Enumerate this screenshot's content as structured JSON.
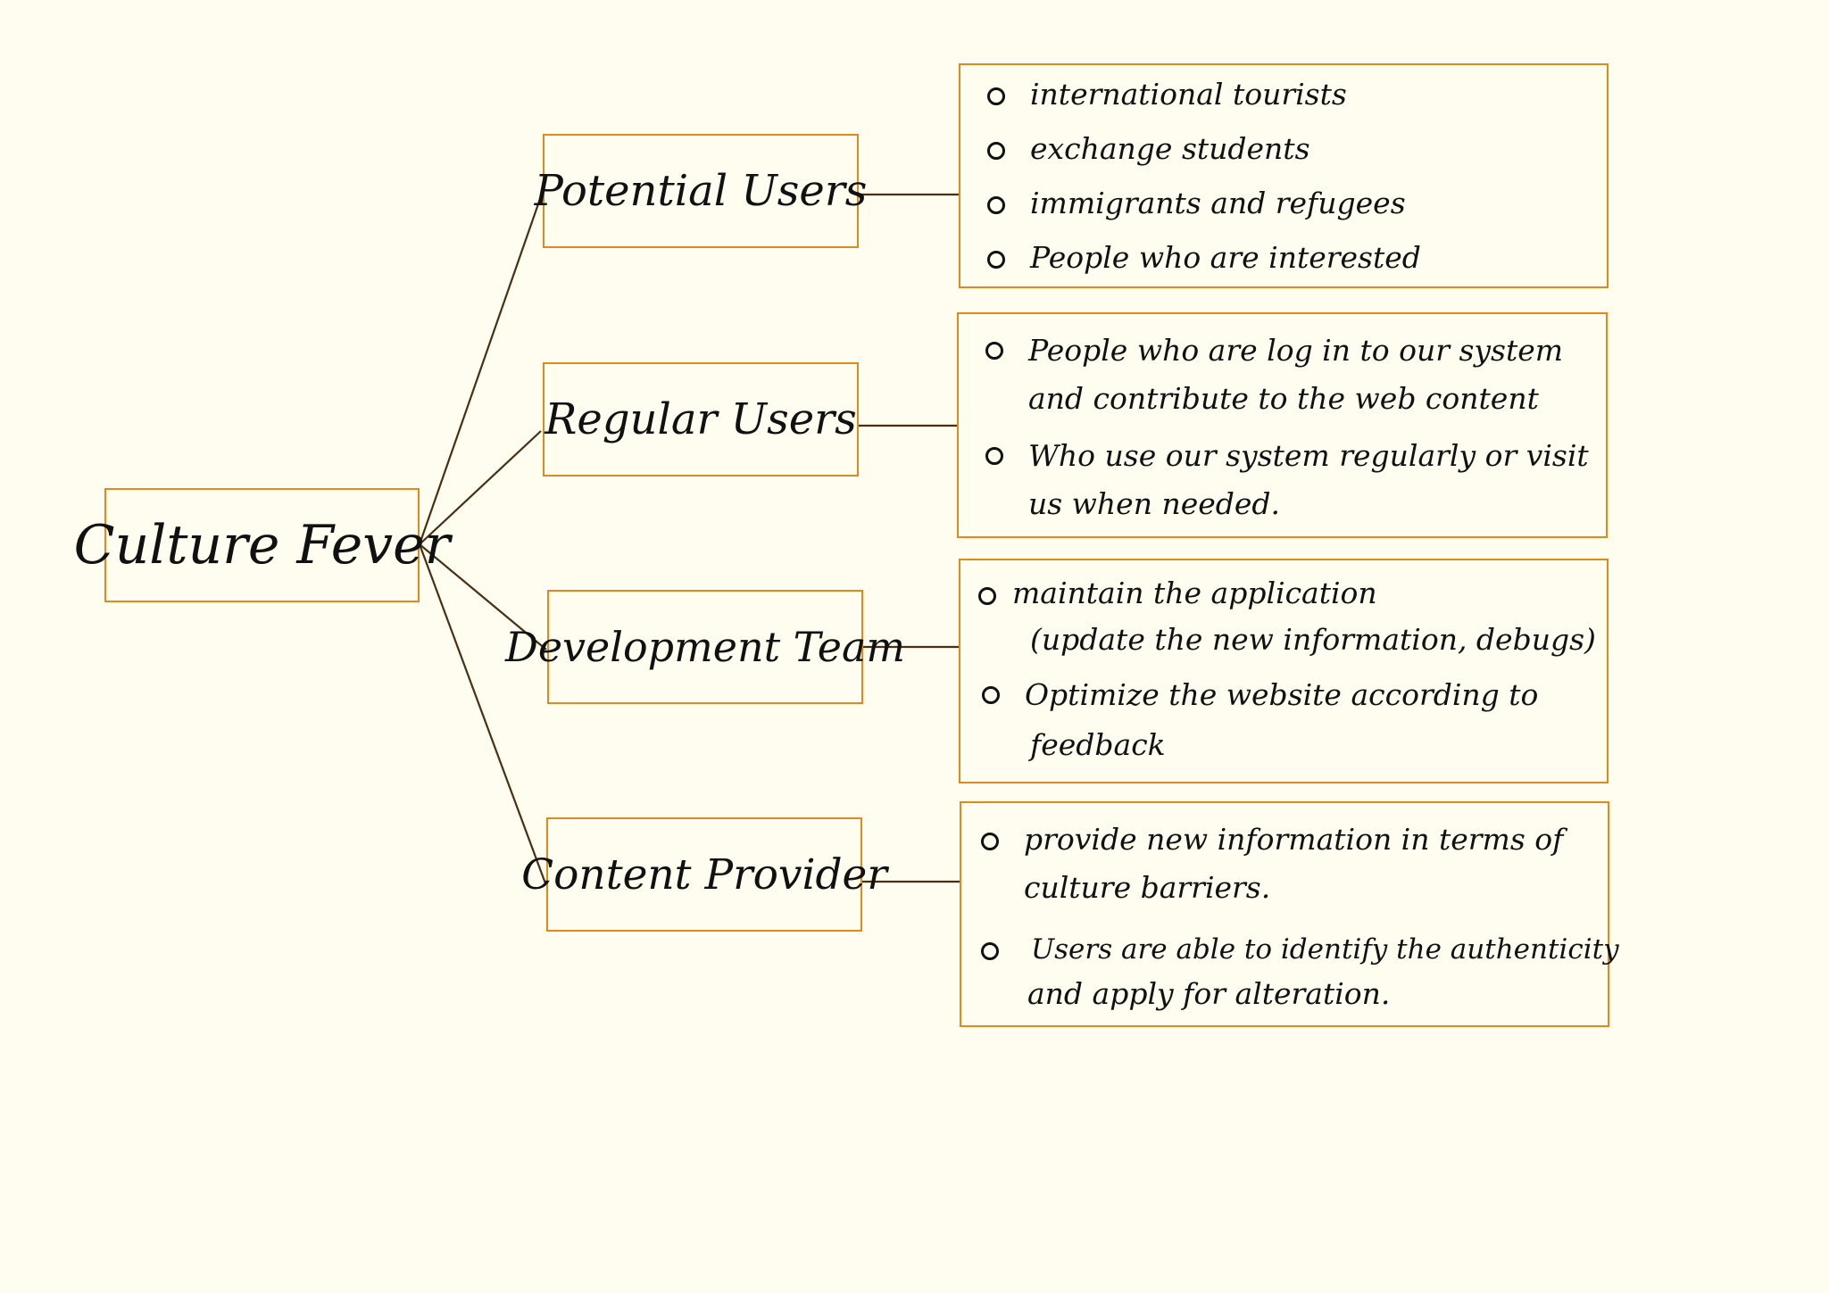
{
  "diagram": {
    "root": {
      "label": "Culture Fever"
    },
    "branches": [
      {
        "id": "potential",
        "label": "Potential Users",
        "details": [
          {
            "text": "international tourists"
          },
          {
            "text": "exchange students"
          },
          {
            "text": "immigrants and refugees"
          },
          {
            "text": "People who are interested"
          }
        ]
      },
      {
        "id": "regular",
        "label": "Regular Users",
        "details": [
          {
            "text": "People who are log in to our system",
            "text2": "and contribute to the web content"
          },
          {
            "text": "Who use our system regularly or visit",
            "text2": "us when needed."
          }
        ]
      },
      {
        "id": "development",
        "label": "Development Team",
        "details": [
          {
            "text": "maintain the application",
            "text2": "(update the new information, debugs)"
          },
          {
            "text": "Optimize the website according to",
            "text2": "feedback"
          }
        ]
      },
      {
        "id": "content",
        "label": "Content Provider",
        "details": [
          {
            "text": "provide new information in terms of",
            "text2": "culture barriers."
          },
          {
            "text": "Users are able to identify the authenticity",
            "text2": "and apply for alteration."
          }
        ]
      }
    ],
    "colors": {
      "box_border": "#e08a1e",
      "connector": "#4a2e12",
      "background": "#fefdf0"
    }
  }
}
